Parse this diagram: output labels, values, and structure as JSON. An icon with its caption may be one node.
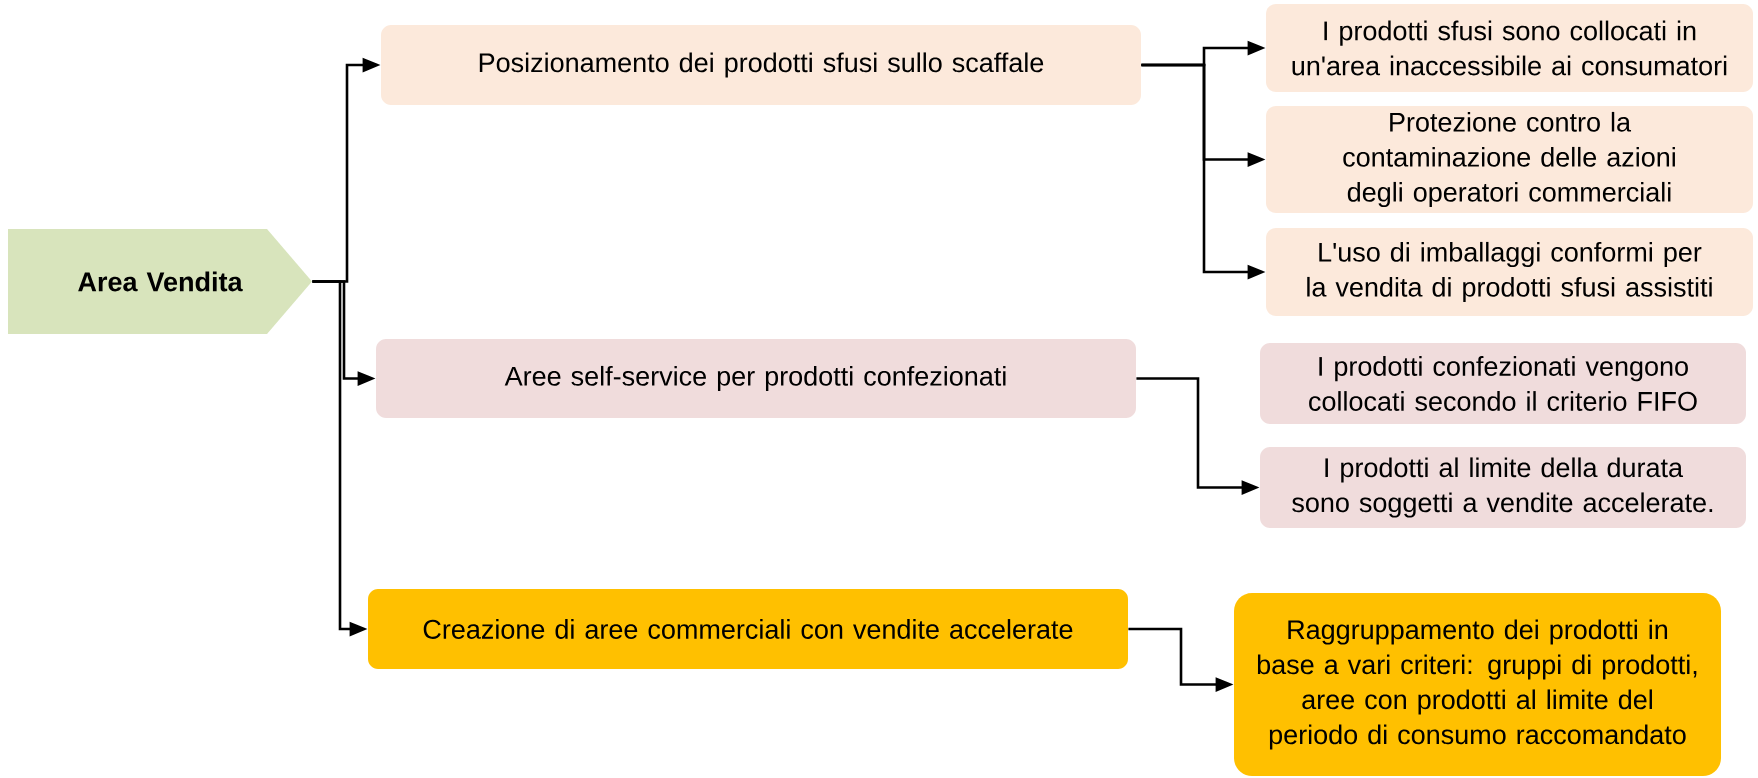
{
  "diagram": {
    "nodes": [
      {
        "text": [
          "Area Vendita"
        ]
      },
      {
        "text": [
          "Posizionamento dei prodotti sfusi sullo scaffale"
        ]
      },
      {
        "text": [
          "I prodotti sfusi sono collocati in un'area inaccessibile ai consumatori"
        ]
      },
      {
        "text": [
          "Protezione contro la contaminazione delle azioni degli operatori commerciali"
        ]
      },
      {
        "text": [
          "L'uso di imballaggi conformi per la vendita di prodotti sfusi assistiti"
        ]
      },
      {
        "text": [
          "Aree self-service per prodotti confezionati"
        ]
      },
      {
        "text": [
          "I prodotti confezionati vengono collocati secondo il criterio FIFO"
        ]
      },
      {
        "text": [
          "I prodotti al limite della durata sono soggetti a vendite accelerate."
        ]
      },
      {
        "text": [
          "Creazione di aree commerciali con vendite accelerate"
        ]
      },
      {
        "text": [
          "Raggruppamento dei prodotti in base a vari criteri: gruppi di prodotti, aree con prodotti al limite del periodo di consumo raccomandato"
        ]
      }
    ],
    "edges": [
      {
        "from": 0,
        "to": 1,
        "arrow": "to"
      },
      {
        "from": 0,
        "to": 5,
        "arrow": "to"
      },
      {
        "from": 0,
        "to": 8,
        "arrow": "to"
      },
      {
        "from": 1,
        "to": 2,
        "arrow": "to"
      },
      {
        "from": 1,
        "to": 3,
        "arrow": "to"
      },
      {
        "from": 1,
        "to": 4,
        "arrow": "to"
      },
      {
        "from": 5,
        "to": 7,
        "arrow": "to"
      },
      {
        "from": 8,
        "to": 9,
        "arrow": "to"
      }
    ]
  }
}
